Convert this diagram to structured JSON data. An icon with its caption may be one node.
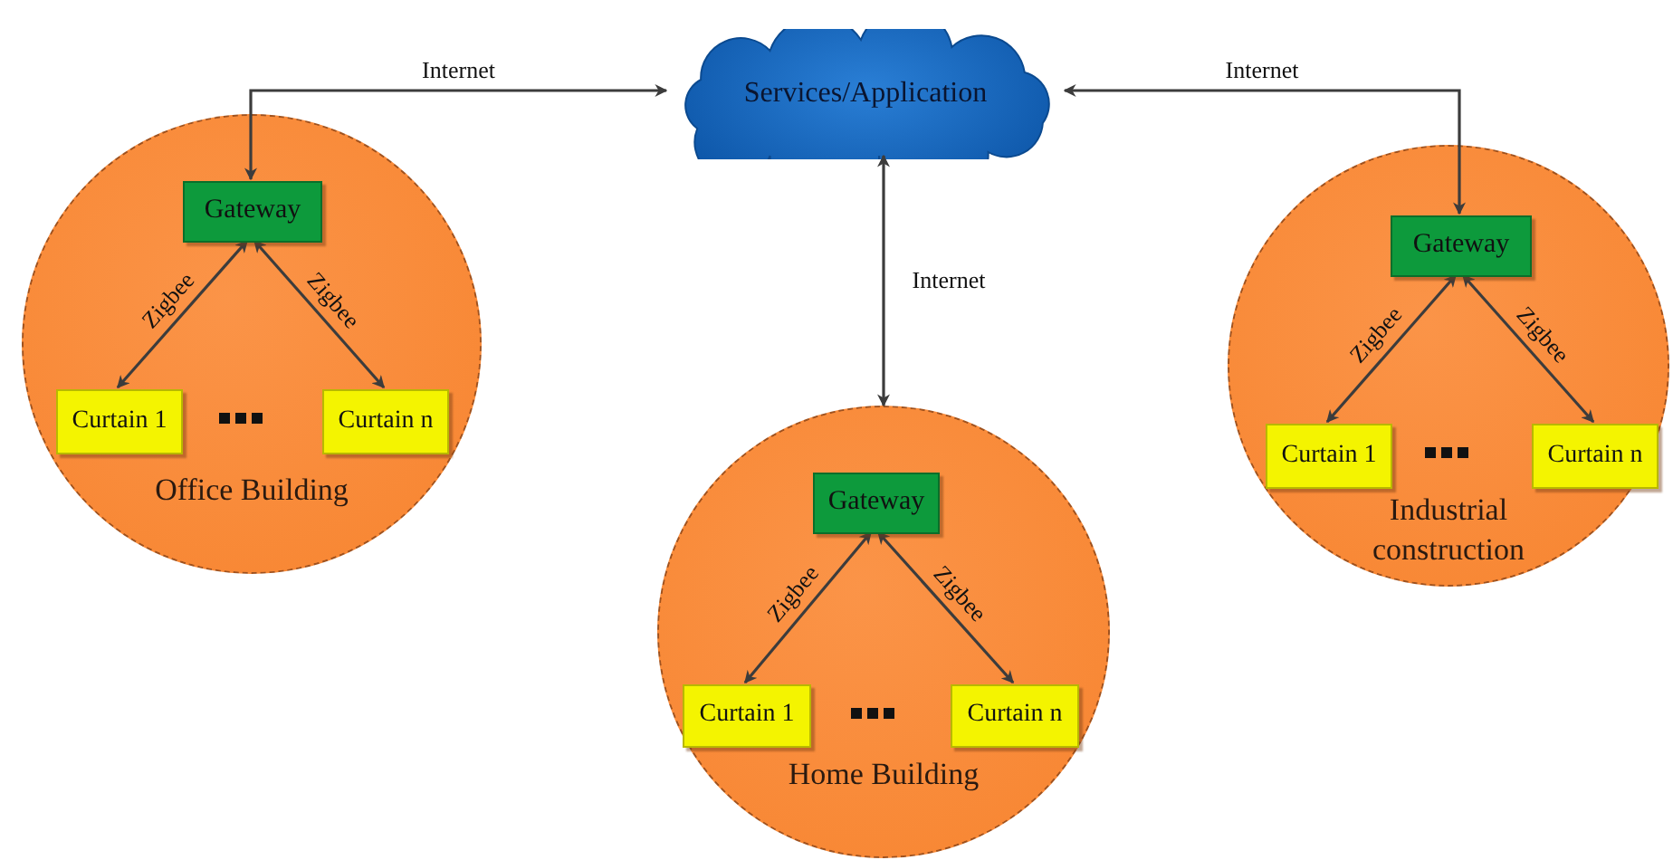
{
  "diagram": {
    "nodes": [
      {
        "text": [
          "Services/Application"
        ]
      },
      {
        "text": [
          "Office Building"
        ]
      },
      {
        "text": [
          "Gateway"
        ],
        "in": 1
      },
      {
        "text": [
          "Curtain 1"
        ],
        "in": 1
      },
      {
        "text": [
          "Curtain n"
        ],
        "in": 1
      },
      {
        "text": [
          "Home Building"
        ]
      },
      {
        "text": [
          "Gateway"
        ],
        "in": 5
      },
      {
        "text": [
          "Curtain 1"
        ],
        "in": 5
      },
      {
        "text": [
          "Curtain n"
        ],
        "in": 5
      },
      {
        "text": [
          "Industrial construction"
        ]
      },
      {
        "text": [
          "Gateway"
        ],
        "in": 9
      },
      {
        "text": [
          "Curtain 1"
        ],
        "in": 9
      },
      {
        "text": [
          "Curtain n"
        ],
        "in": 9
      }
    ],
    "edges": [
      {
        "from": 2,
        "to": 0,
        "arrow": "both",
        "label": "Internet"
      },
      {
        "from": 0,
        "to": 5,
        "arrow": "both",
        "label": "Internet"
      },
      {
        "from": 10,
        "to": 0,
        "arrow": "both",
        "label": "Internet"
      },
      {
        "from": 2,
        "to": 3,
        "arrow": "both",
        "label": "Zigbee"
      },
      {
        "from": 2,
        "to": 4,
        "arrow": "both",
        "label": "Zigbee"
      },
      {
        "from": 6,
        "to": 7,
        "arrow": "both",
        "label": "Zigbee"
      },
      {
        "from": 6,
        "to": 8,
        "arrow": "both",
        "label": "Zigbee"
      },
      {
        "from": 10,
        "to": 11,
        "arrow": "both",
        "label": "Zigbee"
      },
      {
        "from": 10,
        "to": 12,
        "arrow": "both",
        "label": "Zigbee"
      }
    ]
  }
}
